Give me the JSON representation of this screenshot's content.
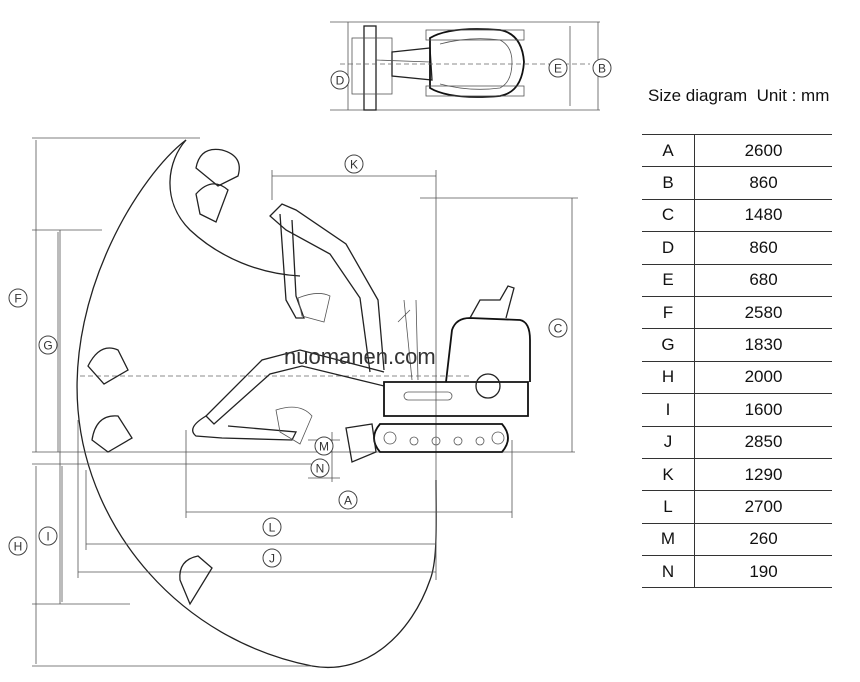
{
  "caption": "Size diagram  Unit : mm",
  "dimension_letters": [
    "A",
    "B",
    "C",
    "D",
    "E",
    "F",
    "G",
    "H",
    "I",
    "J",
    "K",
    "L",
    "M",
    "N"
  ],
  "watermark": "nuomanen.com",
  "dimensions": [
    {
      "key": "A",
      "value": "2600"
    },
    {
      "key": "B",
      "value": "860"
    },
    {
      "key": "C",
      "value": "1480"
    },
    {
      "key": "D",
      "value": "860"
    },
    {
      "key": "E",
      "value": "680"
    },
    {
      "key": "F",
      "value": "2580"
    },
    {
      "key": "G",
      "value": "1830"
    },
    {
      "key": "H",
      "value": "2000"
    },
    {
      "key": "I",
      "value": "1600"
    },
    {
      "key": "J",
      "value": "2850"
    },
    {
      "key": "K",
      "value": "1290"
    },
    {
      "key": "L",
      "value": "2700"
    },
    {
      "key": "M",
      "value": "260"
    },
    {
      "key": "N",
      "value": "190"
    }
  ]
}
